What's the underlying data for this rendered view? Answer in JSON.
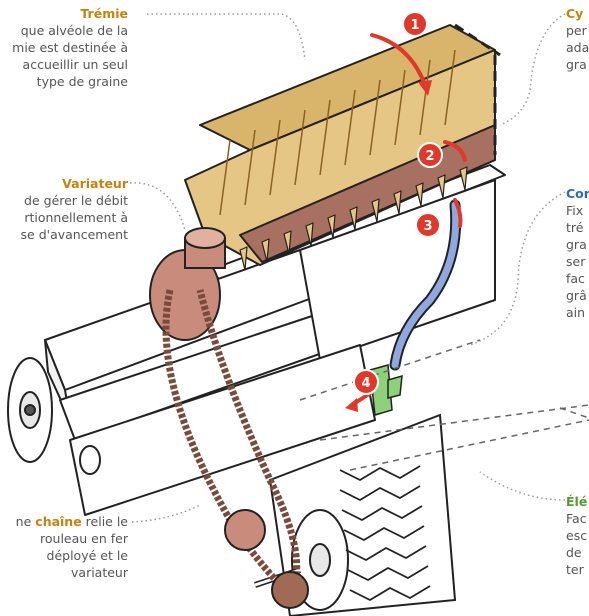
{
  "colors": {
    "hopper": "#d9b56b",
    "hopper_dark": "#b88b3c",
    "seed_band": "#a87060",
    "variator": "#c98c7c",
    "chain": "#7a4a3a",
    "frame": "#ffffff",
    "outline": "#222222",
    "step_red": "#e0382a",
    "tube_blue": "#8fa8e0",
    "coulter_green": "#8fd07a",
    "accent_orange": "#c8820c",
    "accent_blue": "#2f69b0",
    "accent_green": "#4f9c2f",
    "leader": "#9a9a9a"
  },
  "annotations": {
    "tremie": {
      "title": "Trémie",
      "lines": [
        "que alvéole de la",
        "mie est destinée à",
        "accueillir un seul",
        "type de graine"
      ]
    },
    "variateur": {
      "title": "Variateur",
      "lines": [
        "de gérer le débit",
        "rtionnellement à",
        "se d'avancement"
      ]
    },
    "chaine": {
      "prefix": "ne",
      "keyword": "chaîne",
      "suffix": "relie le",
      "lines": [
        "rouleau en fer",
        "déployé et le",
        "variateur"
      ]
    },
    "cylindre": {
      "title": "Cy",
      "lines": [
        "per",
        "ada",
        "gra"
      ]
    },
    "conduit": {
      "title": "Con",
      "lines": [
        "Fix",
        "tré",
        "gra",
        "ser",
        "fac",
        "grâ",
        "ain"
      ]
    },
    "element": {
      "title": "Élé",
      "lines": [
        "Fac",
        "esc",
        "de",
        "ter"
      ]
    }
  },
  "steps": [
    "1",
    "2",
    "3",
    "4"
  ],
  "icons": {
    "step_arrows": "curved-arrow-icon",
    "tube": "seed-tube-icon"
  }
}
